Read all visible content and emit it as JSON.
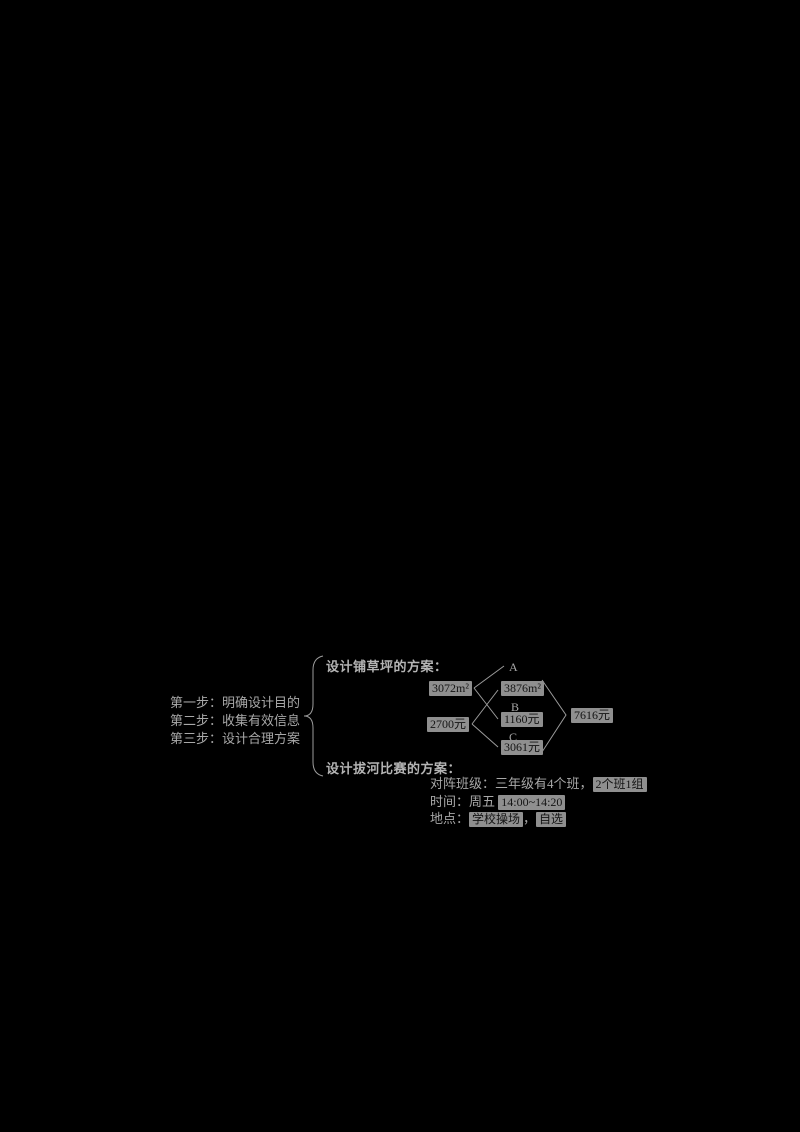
{
  "canvas": {
    "background": "#000000",
    "text_color": "#a8a8a8",
    "highlight_bg": "#8f8f8f",
    "highlight_text": "#141414"
  },
  "steps": {
    "lines": [
      "第一步：明确设计目的",
      "第二步：收集有效信息",
      "第三步：设计合理方案"
    ]
  },
  "lawn_plan": {
    "title": "设计铺草坪的方案：",
    "area_node": "3072m²",
    "cost_node": "2700元",
    "options": [
      {
        "label": "A",
        "value": "3876m²"
      },
      {
        "label": "B",
        "value": "1160元"
      },
      {
        "label": "C",
        "value": "3061元"
      }
    ],
    "result": "7616元"
  },
  "tug_plan": {
    "title": "设计拔河比赛的方案：",
    "details": [
      {
        "prefix": "对阵班级：三年级有4个班，",
        "value": "2个班1组",
        "mid": "",
        "value2": ""
      },
      {
        "prefix": "时间：周五 ",
        "value": "14:00~14:20",
        "mid": "",
        "value2": ""
      },
      {
        "prefix": "地点：",
        "value": "学校操场",
        "mid": "，",
        "value2": "自选"
      }
    ]
  }
}
